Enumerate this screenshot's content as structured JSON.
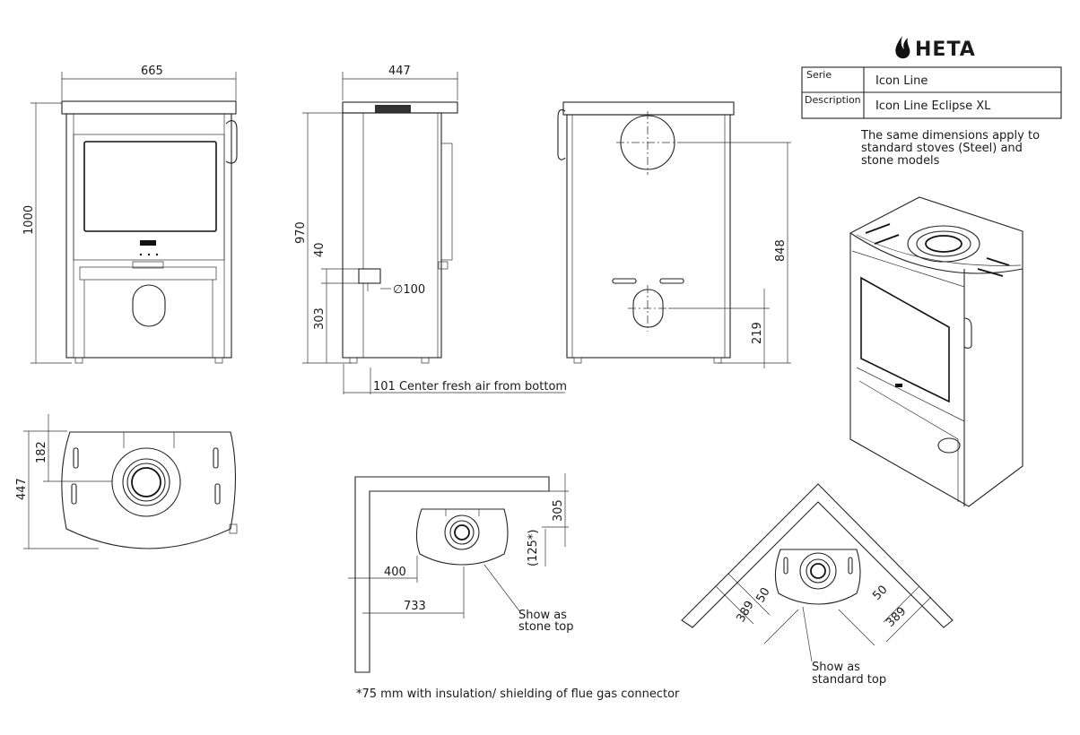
{
  "brand": {
    "logo_text": "HETA"
  },
  "info_table": {
    "rows": [
      {
        "key": "Serie",
        "value": "Icon Line"
      },
      {
        "key": "Description",
        "value": "Icon Line Eclipse XL"
      }
    ]
  },
  "note_same_dimensions": [
    "The same dimensions apply to",
    "standard stoves (Steel) and",
    "stone models"
  ],
  "front_view": {
    "width": "665",
    "height": "1000"
  },
  "side_view": {
    "depth": "447",
    "height_outlet": "970",
    "dim_40": "40",
    "dim_303": "303",
    "diameter": "100",
    "fresh_air": "101 Center fresh air from bottom"
  },
  "back_view": {
    "height_outlet": "848",
    "height_air": "219"
  },
  "top_view": {
    "depth": "447",
    "center": "182"
  },
  "stone_top_view": {
    "dim_305": "305",
    "dim_125": "(125*)",
    "dim_400": "400",
    "dim_733": "733",
    "caption": [
      "Show as",
      "stone top"
    ]
  },
  "corner_view": {
    "dim_50_left": "50",
    "dim_389_left": "389",
    "dim_50_right": "50",
    "dim_389_right": "389",
    "caption": [
      "Show as",
      "standard top"
    ]
  },
  "footnote": "*75 mm with insulation/ shielding of flue gas connector"
}
